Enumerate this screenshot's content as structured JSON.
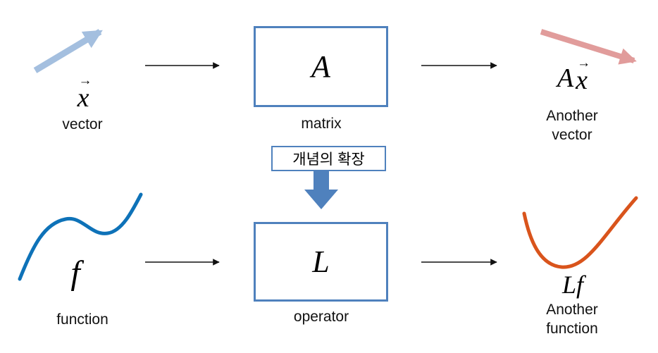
{
  "colors": {
    "light_blue_arrow": "#a4bfdf",
    "pink_arrow": "#e19c9b",
    "steel_blue": "#4f81bd",
    "curve_blue": "#0e72b8",
    "curve_orange": "#d9541c",
    "black": "#111111"
  },
  "glyphs": {
    "vec_arrow": "→"
  },
  "top_row": {
    "input": {
      "symbol": "x",
      "label": "vector"
    },
    "box": {
      "symbol": "A",
      "label": "matrix"
    },
    "output": {
      "symbol_prefix": "A",
      "symbol": "x",
      "label_line1": "Another",
      "label_line2": "vector"
    }
  },
  "connector": {
    "label": "개념의 확장"
  },
  "bottom_row": {
    "input": {
      "symbol": "f",
      "label": "function"
    },
    "box": {
      "symbol": "L",
      "label": "operator"
    },
    "output": {
      "symbol": "Lf",
      "label_line1": "Another",
      "label_line2": "function"
    }
  }
}
